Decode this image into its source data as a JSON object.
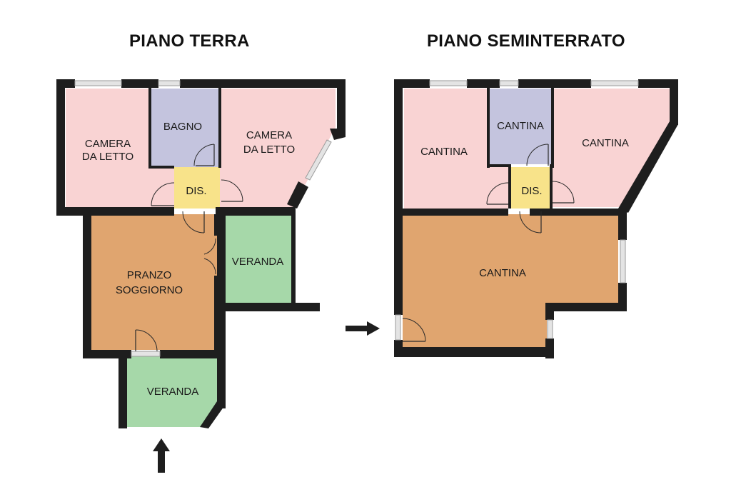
{
  "titles": {
    "left": "PIANO TERRA",
    "right": "PIANO SEMINTERRATO"
  },
  "colors": {
    "bedroom": "#f9d3d3",
    "bath": "#c4c4de",
    "hall": "#f8e38a",
    "living": "#e0a56f",
    "veranda": "#a6d8a9",
    "cellar_main": "#e0a56f",
    "wall": "#1e1e1e"
  },
  "ground_floor": {
    "rooms": [
      {
        "id": "camera-sx",
        "lines": [
          "CAMERA",
          "DA LETTO"
        ]
      },
      {
        "id": "bagno",
        "lines": [
          "BAGNO"
        ]
      },
      {
        "id": "camera-dx",
        "lines": [
          "CAMERA",
          "DA LETTO"
        ]
      },
      {
        "id": "dis",
        "lines": [
          "DIS."
        ]
      },
      {
        "id": "pranzo",
        "lines": [
          "PRANZO",
          "SOGGIORNO"
        ]
      },
      {
        "id": "veranda-dx",
        "lines": [
          "VERANDA"
        ]
      },
      {
        "id": "veranda-basso",
        "lines": [
          "VERANDA"
        ]
      }
    ]
  },
  "basement": {
    "rooms": [
      {
        "id": "cantina-sx",
        "lines": [
          "CANTINA"
        ]
      },
      {
        "id": "cantina-centro",
        "lines": [
          "CANTINA"
        ]
      },
      {
        "id": "cantina-dx",
        "lines": [
          "CANTINA"
        ]
      },
      {
        "id": "dis",
        "lines": [
          "DIS."
        ]
      },
      {
        "id": "cantina-grande",
        "lines": [
          "CANTINA"
        ]
      }
    ]
  },
  "icons": {
    "entrance_up": "arrow-up-icon",
    "entrance_right": "arrow-right-icon"
  }
}
